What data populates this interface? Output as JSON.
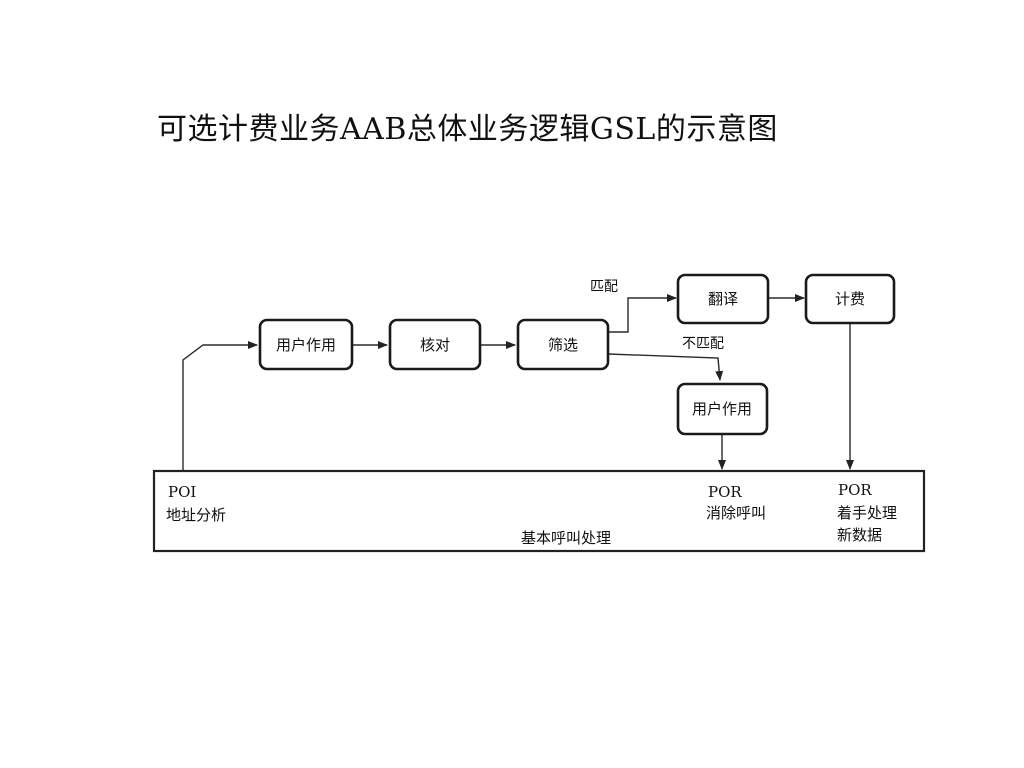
{
  "title": "可选计费业务AAB总体业务逻辑GSL的示意图",
  "nodes": {
    "user_action_1": "用户作用",
    "verify": "核对",
    "screen": "筛选",
    "translate": "翻译",
    "billing": "计费",
    "user_action_2": "用户作用"
  },
  "edge_labels": {
    "match": "匹配",
    "no_match": "不匹配"
  },
  "bottom_panel": {
    "label": "基本呼叫处理",
    "poi": {
      "line1": "POI",
      "line2": "地址分析"
    },
    "por_release": {
      "line1": "POR",
      "line2": "消除呼叫"
    },
    "por_process": {
      "line1": "POR",
      "line2": "着手处理",
      "line3": "新数据"
    }
  }
}
